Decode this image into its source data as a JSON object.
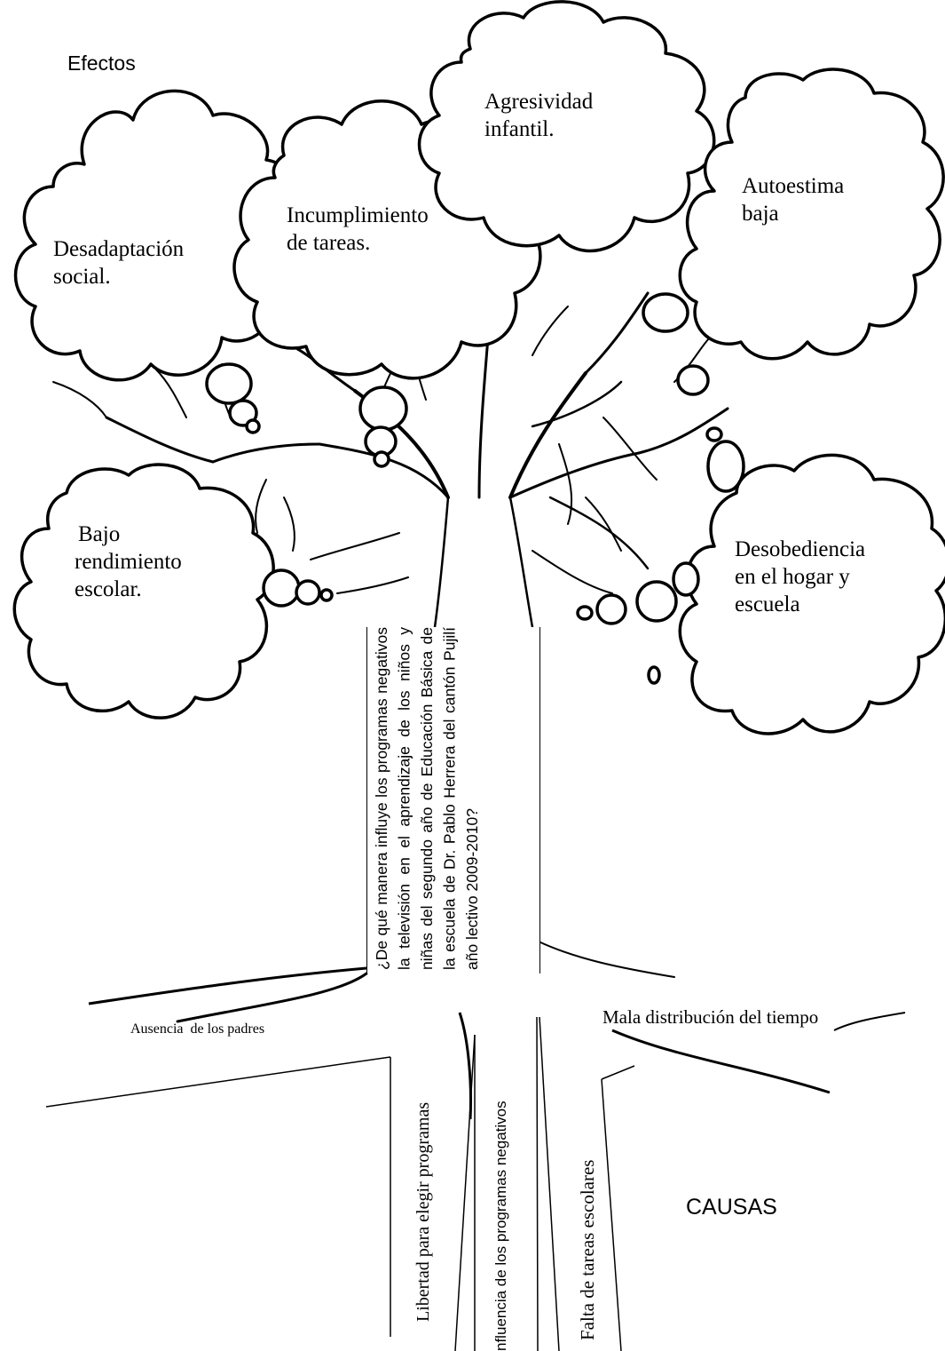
{
  "headings": {
    "effects": "Efectos",
    "causes": "CAUSAS"
  },
  "problem": {
    "question": "¿De qué manera influye los programas negativos la televisión en el aprendizaje de los niños y niñas del segundo año de Educación Básica de la escuela de Dr. Pablo Herrera del cantón Pujilí año lectivo 2009-2010?"
  },
  "effects": [
    {
      "id": "agresividad",
      "lines": [
        "Agresividad",
        "infantil."
      ]
    },
    {
      "id": "incumplimiento",
      "lines": [
        "Incumplimiento",
        "de tareas."
      ]
    },
    {
      "id": "autoestima",
      "lines": [
        "Autoestima",
        "baja"
      ]
    },
    {
      "id": "desadaptacion",
      "lines": [
        "Desadaptación",
        "social."
      ]
    },
    {
      "id": "bajo-rendimiento",
      "lines": [
        "Bajo",
        "rendimiento",
        "escolar."
      ]
    },
    {
      "id": "desobediencia",
      "lines": [
        "Desobediencia",
        "en el hogar y",
        "escuela"
      ]
    }
  ],
  "causes": {
    "ausencia": "Ausencia  de los padres",
    "mala_distribucion": "Mala distribución del tiempo",
    "libertad": "Libertad para elegir programas",
    "influencia": "nfluencia de los programas negativos",
    "falta_tareas": "Falta de tareas escolares"
  },
  "colors": {
    "ink": "#000000",
    "background": "#ffffff"
  }
}
